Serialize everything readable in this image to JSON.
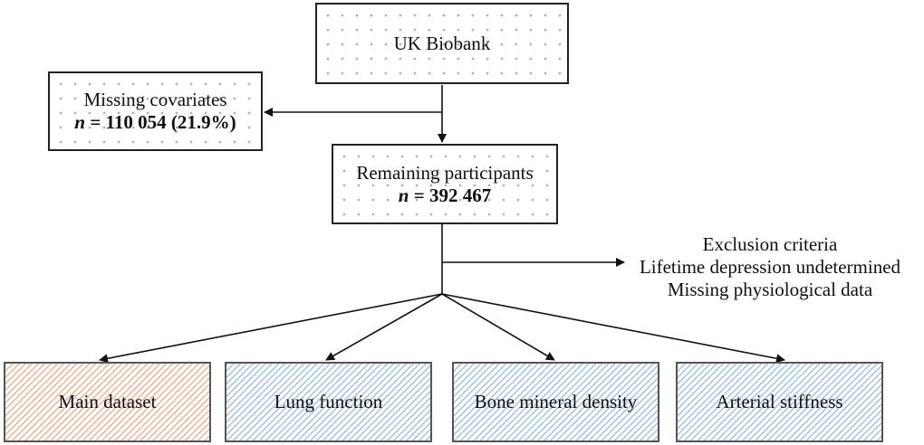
{
  "nodes": {
    "uk_biobank": {
      "label": "UK Biobank"
    },
    "missing_covariates": {
      "label": "Missing covariates",
      "n_symbol": "n",
      "n_value": "= 110 054 (21.9%)"
    },
    "remaining": {
      "label": "Remaining participants",
      "n_symbol": "n",
      "n_value": "= 392 467"
    },
    "exclusion": {
      "line1": "Exclusion criteria",
      "line2": "Lifetime depression undetermined",
      "line3": "Missing physiological data"
    },
    "outputs": [
      {
        "label": "Main dataset",
        "color": "#f0b28e"
      },
      {
        "label": "Lung function",
        "color": "#9ec3e6"
      },
      {
        "label": "Bone mineral density",
        "color": "#9ec3e6"
      },
      {
        "label": "Arterial stiffness",
        "color": "#9ec3e6"
      }
    ]
  }
}
